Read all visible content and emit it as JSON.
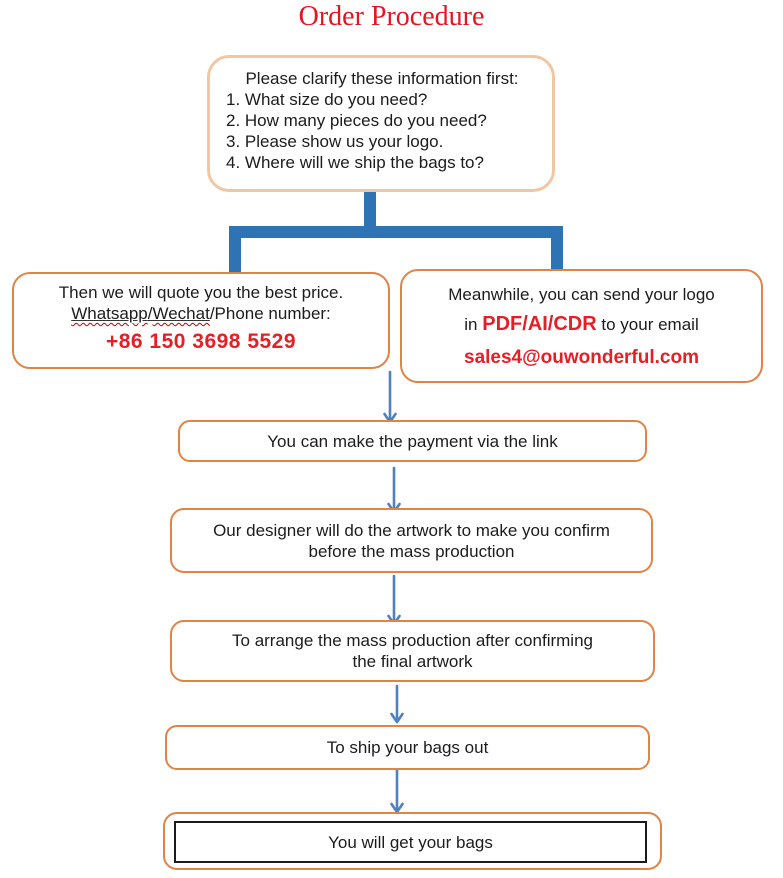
{
  "palette": {
    "title_red": "#df1722",
    "accent_red": "#e41f26",
    "border_peach": "#f1c7a3",
    "border_orange": "#e08345",
    "connector_blue": "#2e74b5",
    "arrow_blue": "#4e81bd",
    "text_dark": "#1c1c1c",
    "wavy_red": "#c00000",
    "inner_black": "#1a1a1a"
  },
  "title": "Order Procedure",
  "flow": {
    "clarify_box": {
      "heading": "Please clarify these information first:",
      "items": [
        "1. What size do you need?",
        "2. How many pieces do you need?",
        "3. Please show us your logo.",
        "4. Where will we ship the bags to?"
      ]
    },
    "quote_box": {
      "line1": "Then we will quote you the best price.",
      "contact": {
        "word1": "Whatsapp",
        "sep": "/",
        "word2": "Wechat",
        "rest": "/Phone number:"
      },
      "phone": "+86 150 3698 5529"
    },
    "logo_box": {
      "line1": "Meanwhile, you can send your logo",
      "line2_prefix": "in ",
      "line2_highlight": "PDF/AI/CDR",
      "line2_suffix": " to your email",
      "email": "sales4@ouwonderful.com"
    },
    "steps": [
      {
        "lines": [
          "You can make the payment via the link"
        ]
      },
      {
        "lines": [
          "Our designer will do the artwork to make you confirm",
          "before the mass production"
        ]
      },
      {
        "lines": [
          "To arrange the mass production after confirming",
          "the final artwork"
        ]
      },
      {
        "lines": [
          "To ship your bags out"
        ]
      },
      {
        "lines": [
          "You will get your bags"
        ]
      }
    ]
  }
}
